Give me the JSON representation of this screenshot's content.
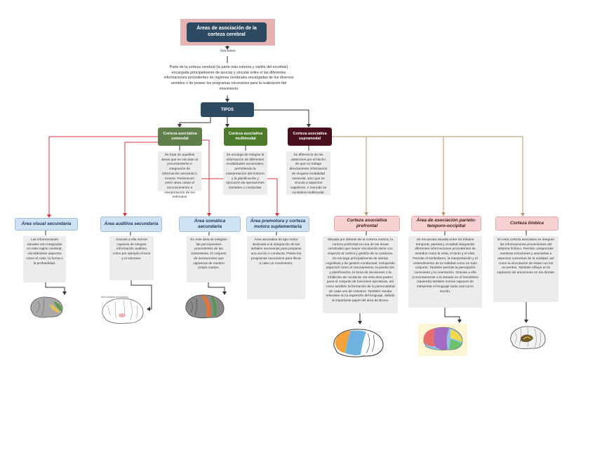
{
  "colors": {
    "title_bg": "#2e4a63",
    "title_frame": "#e6b3b3",
    "unimodal": "#5e7e4a",
    "multimodal": "#4d7a2b",
    "supramodal": "#4a0f1c",
    "line_red": "#d9333f",
    "line_gold": "#b8956a",
    "line_dark": "#333333"
  },
  "title": "Áreas de asociación de la corteza cerebral",
  "connector_label": "funciones",
  "definition": "Parte de la corteza cerebral (la parte más externa y visible del encéfalo) encargada principalmente de asociar y vincular entre sí las diferentes informaciones procedentes de regiones cerebrales encargadas de los diversos sentidos o de poseer los programas necesarios para la realización del movimiento",
  "tipos_label": "TIPOS",
  "types": [
    {
      "label": "Corteza asociativa unimodal",
      "desc": "Se trata de aquellas áreas que se vinculan al procesamiento e integración de información sensorial o motora. Pertenecen entre otras cosas el reconocimiento e interpretación de los estímulos"
    },
    {
      "label": "Corteza asociativa multimodal",
      "desc": "Se encarga de integrar la información de diferentes modalidades sensoriales, permitiendo la interpretación del entorno y la planificación y ejecución de operaciones mentales o conductas."
    },
    {
      "label": "Corteza asociativa supramodal",
      "desc": "Se diferencia de las anteriores por el hecho de que no trabaje directamente información de ninguna modalidad sensorial, sino que se vincula a aspectos cognitivos. A menudo se considera multimodal."
    }
  ],
  "areas": [
    {
      "label": "Área visual secundaria",
      "desc": "Las informaciones visuales son integradas en esta región cerebral, vinculándose aspectos como el color, la forma o la profundidad.",
      "image": "brain-visual-area"
    },
    {
      "label": "Área auditiva secundaria",
      "desc": "Gracias a ella somos capaces de integrar información auditiva como por ejemplo el tono y el volumen.",
      "image": "brain-auditory-area"
    },
    {
      "label": "Área somática secundaria",
      "desc": "En este área se integran las percepciones procedentes de las somestesia, el conjunto de sensaciones que captamos de nuestro propio cuerpo.",
      "image": "brain-somatic-area"
    },
    {
      "label": "Área premotora y corteza motora suplementaria",
      "desc": "Área asociativa de tipo motor dedicada a la integración de las señales necesarias para preparar una acción o conducta. Posee los programas necesarios para llevar a cabo un movimiento.",
      "image": ""
    },
    {
      "label": "Corteza asociativa prefrontal",
      "desc": "Situada por delante de la corteza motora, la corteza prefrontal es una de las áreas cerebrales que mayor vinculación tiene con respecto al control y gestión de la conducta. Se encarga principalmente de asesar cognitivas y de gestión conductual, incluyendo aspectos como el razonamiento, la predicción y planificación, la toma de decisiones o la inhibición de conducta. De esta área parten pues el conjunto de funciones ejecutivas, así como también la formación de la personalidad de cada uno de nosotros. También resulta relevante en la expresión del lenguaje, debido al importante papel del área de Broca.",
      "image": "brain-prefrontal"
    },
    {
      "label": "Área de asociación parieto-temporo-occipital",
      "desc": "Se encuentra situada entre los lóbulos temporal, parietal y occipital integrando diferentes informaciones procedentes de sentidos como la vista, el tacto y el oído. Permite el simbolismo, la interpretación y el entendimiento de la realidad como un todo conjunto. También permite la percepción consciente y la orientación. Gracias a ella (concretamente a la situada en el hemisferio izquierdo) también somos capaces de interpretar el lenguaje tanto oral como escrito.",
      "image": "brain-lobes-diagram"
    },
    {
      "label": "Corteza límbica",
      "desc": "En esta corteza asociativa se integran las informaciones provenientes del sistema límbico. Permite comprender nuestras emociones y asociarlas a aspectos concretos de la realidad, así como la vinculación de éstas con los recuerdos. También influye en la captación de emociones en los demás.",
      "image": "brain-limbic"
    }
  ]
}
